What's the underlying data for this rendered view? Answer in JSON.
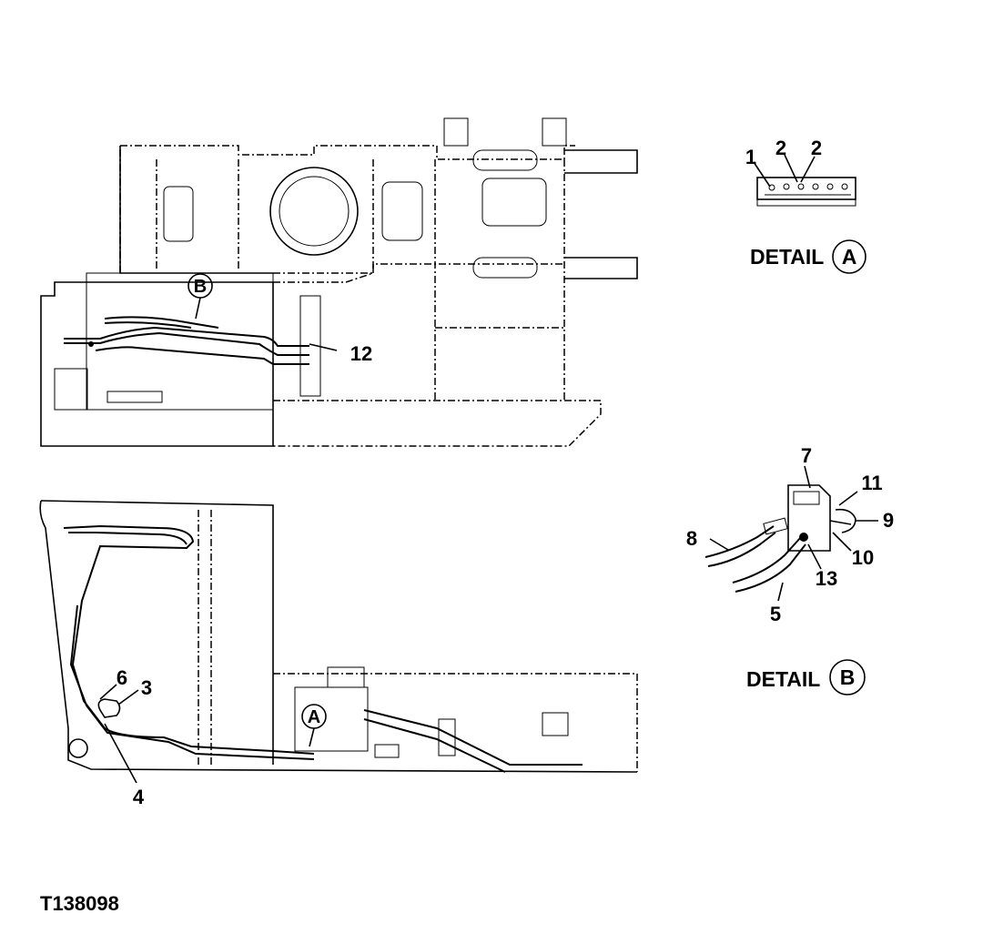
{
  "figure_id": "T138098",
  "callouts": {
    "c1": "1",
    "c2a": "2",
    "c2b": "2",
    "c3": "3",
    "c4": "4",
    "c5": "5",
    "c6": "6",
    "c7": "7",
    "c8": "8",
    "c9": "9",
    "c10": "10",
    "c11": "11",
    "c12": "12",
    "c13": "13"
  },
  "view_markers": {
    "a": "A",
    "b": "B"
  },
  "details": {
    "a_word": "DETAIL",
    "a_letter": "A",
    "b_word": "DETAIL",
    "b_letter": "B"
  }
}
